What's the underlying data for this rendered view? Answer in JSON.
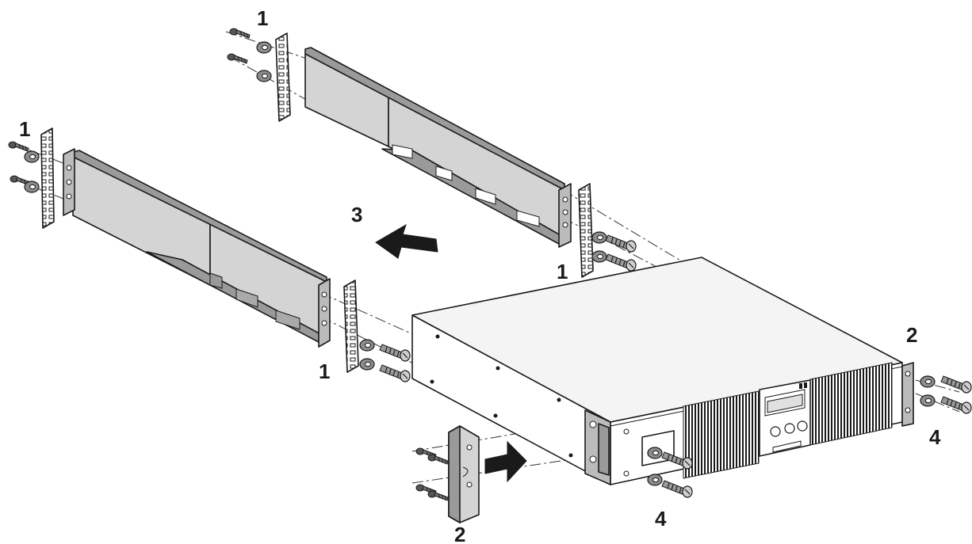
{
  "figure": {
    "colors": {
      "ink": "#1a1a1a",
      "rail_fill": "#d4d4d4",
      "rail_dark": "#9a9a9a",
      "ups_top": "#f4f4f4",
      "ups_side": "#ffffff",
      "washer": "#8c8c8c"
    },
    "callouts": [
      {
        "id": "c1",
        "text": "1"
      },
      {
        "id": "c2",
        "text": "1"
      },
      {
        "id": "c3",
        "text": "1"
      },
      {
        "id": "c4",
        "text": "1"
      },
      {
        "id": "c5",
        "text": "2"
      },
      {
        "id": "c6",
        "text": "2"
      },
      {
        "id": "c7",
        "text": "3"
      },
      {
        "id": "c8",
        "text": "4"
      },
      {
        "id": "c9",
        "text": "4"
      }
    ]
  }
}
